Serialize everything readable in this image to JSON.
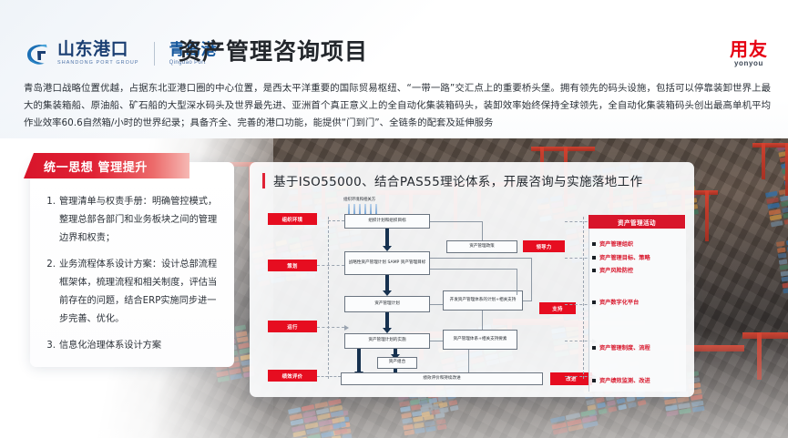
{
  "header": {
    "logo_primary_cn": "山东港口",
    "logo_primary_en": "SHANDONG PORT GROUP",
    "logo_secondary_cn": "青岛港",
    "logo_secondary_en": "Qingdao Port",
    "title": "资产管理咨询项目",
    "brand_cn": "用友",
    "brand_en": "yonyou",
    "accent_red": "#e60012",
    "logo_blue": "#1b3f73"
  },
  "intro": {
    "paragraph": "青岛港口战略位置优越，占据东北亚港口圈的中心位置，是西太平洋重要的国际贸易枢纽、“一带一路”交汇点上的重要桥头堡。拥有领先的码头设施，包括可以停靠装卸世界上最大的集装箱船、原油船、矿石船的大型深水码头及世界最先进、亚洲首个真正意义上的全自动化集装箱码头，装卸效率始终保持全球领先，全自动化集装箱码头创出最高单机平均作业效率60.6自然箱/小时的世界纪录；具备齐全、完善的港口功能，能提供“门到门”、全链条的配套及延伸服务"
  },
  "left_card": {
    "banner_title": "统一思想 管理提升",
    "items": [
      {
        "num": "1.",
        "text": "管理清单与权责手册：明确管控模式，整理总部各部门和业务板块之间的管理边界和权责；"
      },
      {
        "num": "2.",
        "text": "业务流程体系设计方案：设计总部流程框架体，梳理流程和相关制度，评估当前存在的问题，结合ERP实施同步进一步完善、优化。"
      },
      {
        "num": "3.",
        "text": "信息化治理体系设计方案"
      }
    ]
  },
  "right_panel": {
    "title": "基于ISO55000、结合PAS55理论体系，开展咨询与实施落地工作",
    "diagram": {
      "top_label": "组织环境和相关方",
      "stage_labels": [
        {
          "text": "组织环境"
        },
        {
          "text": "策划"
        },
        {
          "text": "运行"
        },
        {
          "text": "绩效评价"
        }
      ],
      "side_labels": [
        {
          "text": "领导力"
        },
        {
          "text": "支持"
        },
        {
          "text": "改进"
        }
      ],
      "boxes": [
        {
          "text": "组织计划和组织目标"
        },
        {
          "text": "战略性资产管理计划 SAMP 资产管理目标"
        },
        {
          "text": "资产管理计划"
        },
        {
          "text": "资产管理计划的实施"
        },
        {
          "text": "资产组合"
        },
        {
          "text": "绩效评价和持续改进"
        },
        {
          "text": "资产管理政策"
        },
        {
          "text": "开发资产管理体系的计划+相关支持"
        },
        {
          "text": "资产管理体系+相关支持要素"
        }
      ]
    },
    "activities": {
      "header": "资产管理活动",
      "items": [
        "资产管理组织",
        "资产管理目标、策略",
        "资产风险防控",
        "资产数字化平台",
        "资产管理制度、流程",
        "资产绩效监测、改进"
      ]
    }
  }
}
